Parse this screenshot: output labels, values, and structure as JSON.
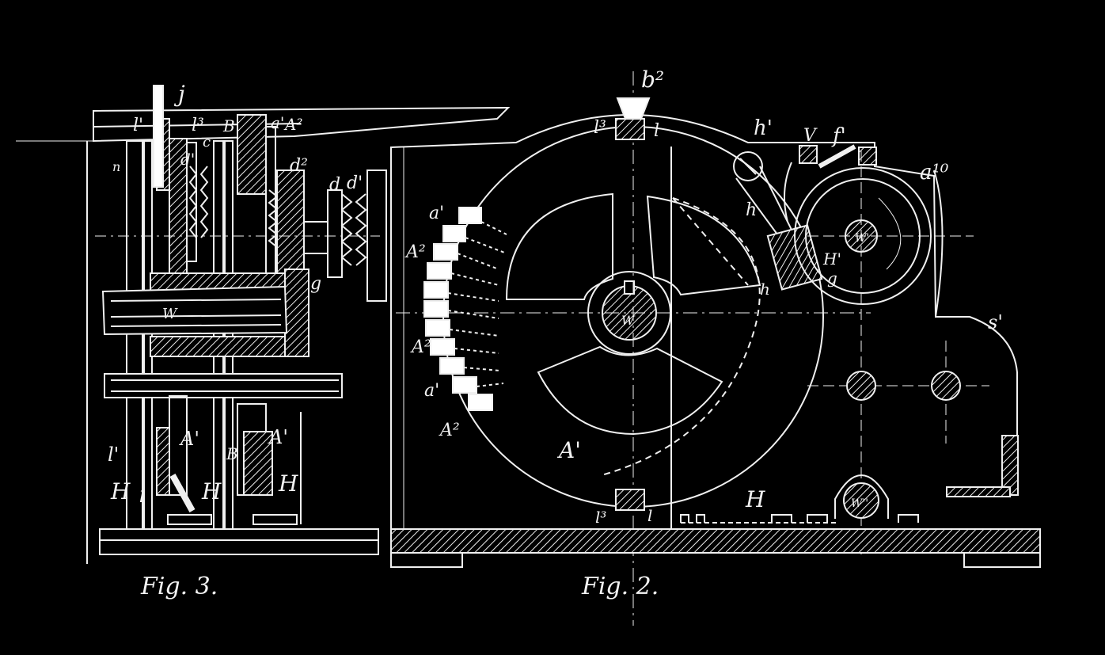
{
  "figures": [
    {
      "caption": "Fig. 3."
    },
    {
      "caption": "Fig. 2."
    }
  ],
  "fig3_labels": {
    "j": "j",
    "l1_top": "l'",
    "l3_top": "l³",
    "B_top": "B",
    "a_top": "a'",
    "A2_top": "A²",
    "n": "n",
    "d_left": "d'",
    "c": "c",
    "d2": "d²",
    "d_right": "d",
    "d1": "d'",
    "W": "W",
    "g": "g",
    "l3_bot": "l'",
    "A1_left": "A'",
    "B_bot": "B",
    "A1_right": "A'",
    "H_left": "H",
    "H_mid": "H",
    "H_right": "H",
    "l_bot": "l"
  },
  "fig2_labels": {
    "b2": "b²",
    "l3": "l³",
    "l_top": "l",
    "h1": "h'",
    "V": "V",
    "f1": "f'",
    "a10": "a¹⁰",
    "a1_arc": "a'",
    "A2_a": "A²",
    "h": "h",
    "W1": "W'",
    "H1": "H'",
    "g": "g",
    "h_small": "h",
    "W": "W",
    "A2_b": "A²",
    "a1_b": "a'",
    "A2_c": "A²",
    "A1": "A'",
    "s1": "s'",
    "H": "H",
    "l3_bot": "l³",
    "l_bot": "l",
    "W11": "W''"
  }
}
